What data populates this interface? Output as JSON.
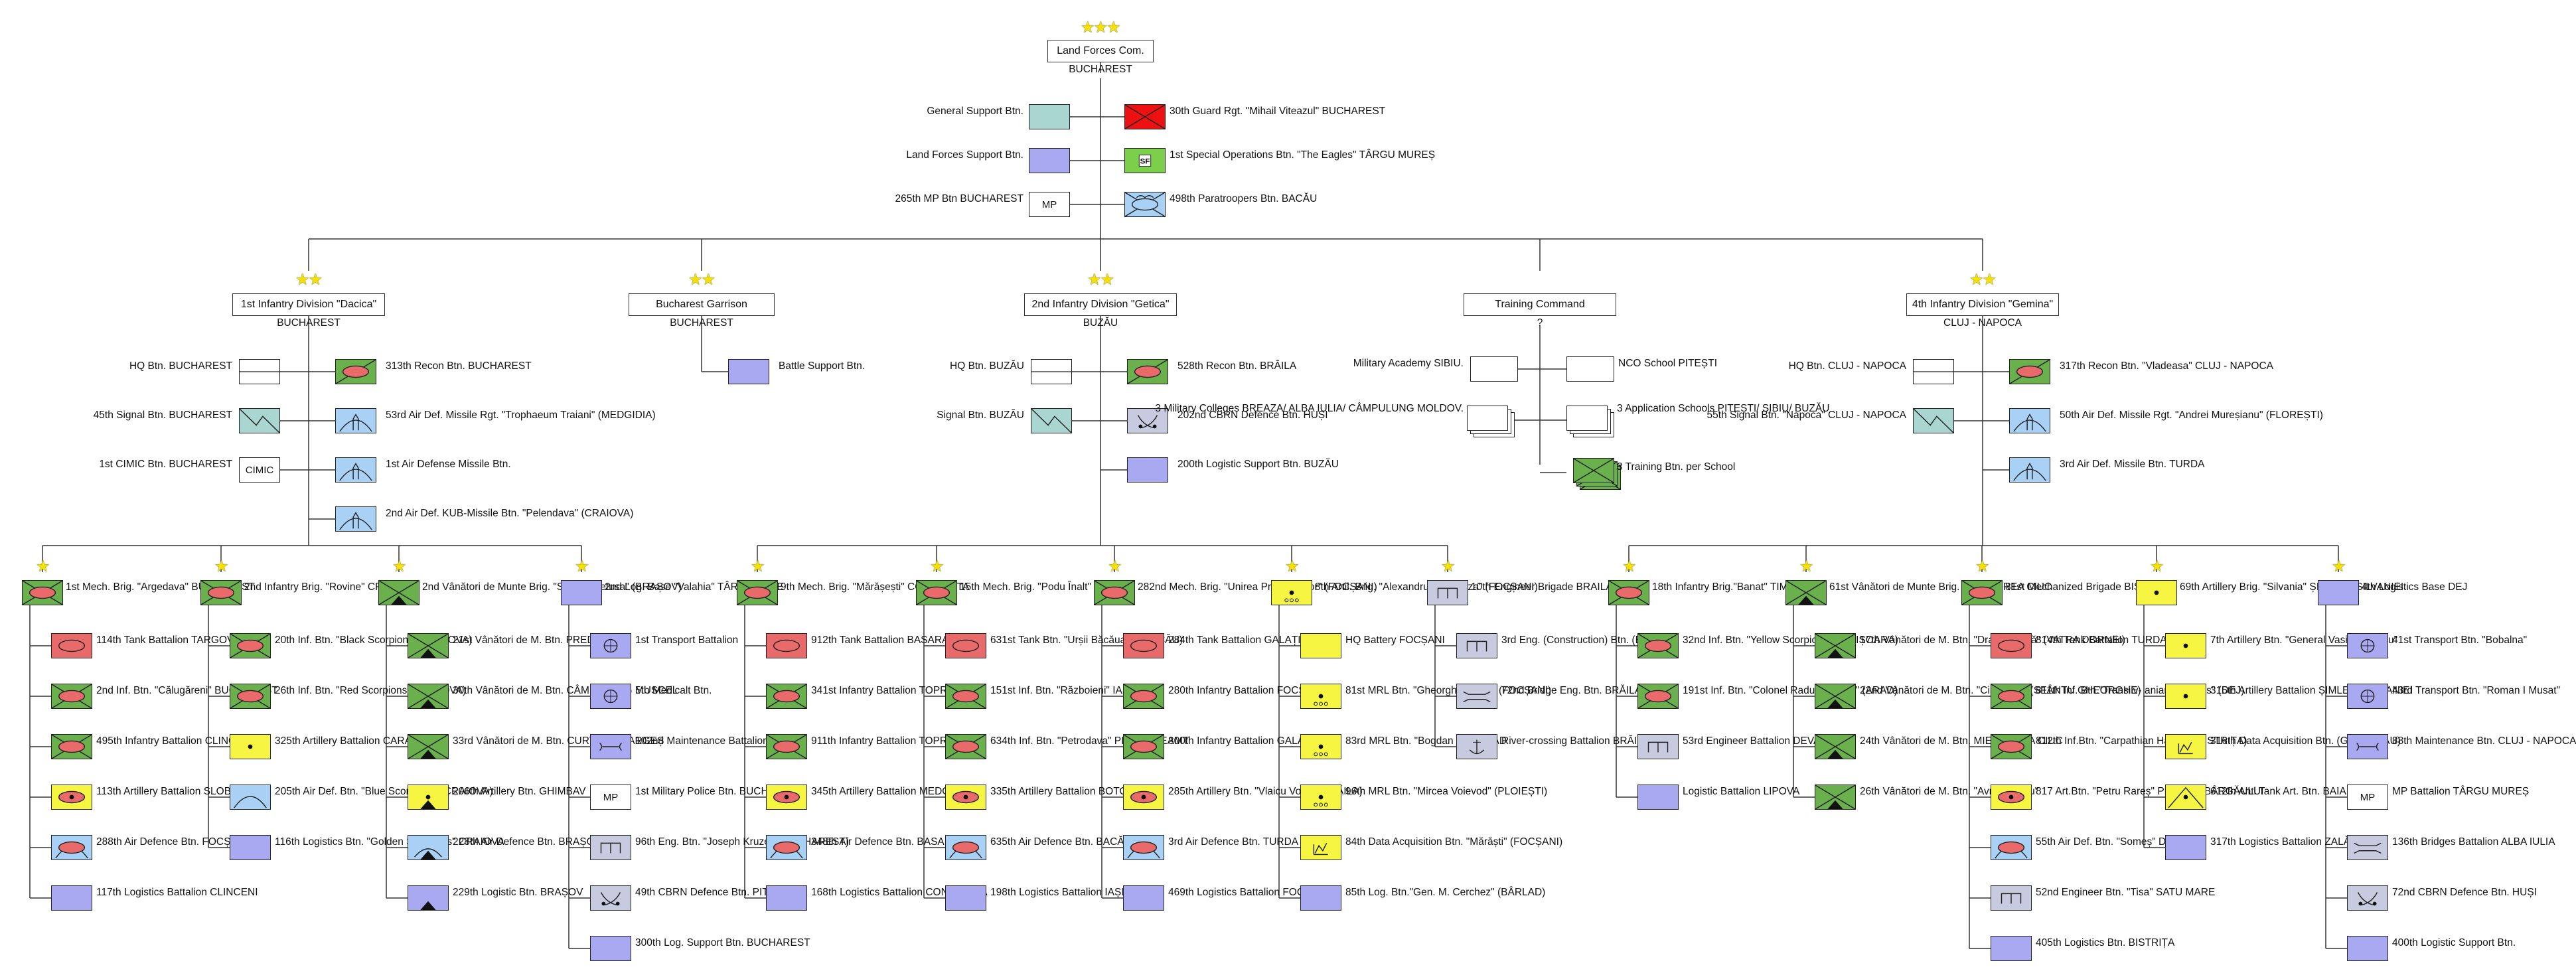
{
  "colors": {
    "line": "#333333",
    "armor_red": "#e86a6a",
    "infantry_red": "#ff4d4d",
    "green": "#6ab04c",
    "light_green": "#7ccf4a",
    "blue": "#a9a9f2",
    "light_blue": "#a9d0f5",
    "teal": "#a9d6d0",
    "yellow": "#f5f542",
    "grey": "#c8cbe0",
    "white": "#ffffff",
    "guard_red": "#ee1111",
    "star": "#f5e000"
  },
  "root": {
    "name": "Land Forces Com.",
    "location": "BUCHAREST",
    "units": [
      {
        "label": "General\nSupport Btn.",
        "side": "left",
        "symbol": "teal-plain"
      },
      {
        "label": "30th Guard Rgt. \"Mihail Viteazul\"\nBUCHAREST",
        "side": "right",
        "symbol": "guard-red"
      },
      {
        "label": "Land Forces\nSupport Btn.",
        "side": "left",
        "symbol": "blue-plain"
      },
      {
        "label": "1st Special Operations Btn. \"The Eagles\"\nTÂRGU MUREȘ",
        "side": "right",
        "symbol": "sf",
        "text": "SF"
      },
      {
        "label": "265th MP Btn\nBUCHAREST",
        "side": "left",
        "symbol": "mp",
        "text": "MP"
      },
      {
        "label": "498th Paratroopers Btn.\nBACĂU",
        "side": "right",
        "symbol": "para"
      }
    ]
  },
  "divisions": [
    {
      "name": "1st Infantry Division \"Dacica\"",
      "location": "BUCHAREST",
      "units": [
        {
          "label": "HQ Btn.\nBUCHAREST",
          "side": "left",
          "symbol": "hq"
        },
        {
          "label": "313th Recon Btn.\nBUCHAREST",
          "side": "right",
          "symbol": "recon"
        },
        {
          "label": "45th Signal Btn.\nBUCHAREST",
          "side": "left",
          "symbol": "signal"
        },
        {
          "label": "53rd Air Def. Missile Rgt.\n\"Trophaeum Traiani\" (MEDGIDIA)",
          "side": "right",
          "symbol": "missile"
        },
        {
          "label": "1st CIMIC Btn.\nBUCHAREST",
          "side": "left",
          "symbol": "cimic",
          "text": "CIMIC"
        },
        {
          "label": "1st Air Defense\nMissile Btn.",
          "side": "right",
          "symbol": "missile"
        },
        {
          "label": "2nd Air Def. KUB-Missile Btn.\n\"Pelendava\" (CRAIOVA)",
          "side": "right",
          "symbol": "missile"
        }
      ]
    },
    {
      "name": "Bucharest Garrison",
      "location": "BUCHAREST",
      "units": [
        {
          "label": "Battle\nSupport Btn.",
          "side": "right",
          "symbol": "blue-plain"
        }
      ]
    },
    {
      "name": "2nd Infantry Division \"Getica\"",
      "location": "BUZĂU",
      "units": [
        {
          "label": "HQ Btn.\nBUZĂU",
          "side": "left",
          "symbol": "hq"
        },
        {
          "label": "528th Recon Btn.\nBRĂILA",
          "side": "right",
          "symbol": "recon"
        },
        {
          "label": "Signal Btn.\nBUZĂU",
          "side": "left",
          "symbol": "signal"
        },
        {
          "label": "202nd CBRN Defence Btn.\nHUȘI",
          "side": "right",
          "symbol": "cbrn"
        },
        {
          "label": "200th Logistic Support Btn.\nBUZĂU",
          "side": "right",
          "symbol": "blue-plain"
        }
      ]
    },
    {
      "name": "Training Command",
      "location": "?",
      "units": [
        {
          "label": "Military Academy\nSIBIU.",
          "side": "left",
          "symbol": "school"
        },
        {
          "label": "NCO School\nPITEȘTI",
          "side": "right",
          "symbol": "school"
        },
        {
          "label": "3 Military Colleges\nBREAZA/ ALBA IULIA/\nCÂMPULUNG MOLDOV.",
          "side": "left",
          "symbol": "school-stack"
        },
        {
          "label": "3 Application Schools\nPITEȘTI/ SIBIU/\nBUZĂU",
          "side": "right",
          "symbol": "school-stack"
        },
        {
          "label": "3 Training Btn.\nper School",
          "side": "right",
          "symbol": "train-stack"
        }
      ]
    },
    {
      "name": "4th Infantry Division \"Gemina\"",
      "location": "CLUJ - NAPOCA",
      "units": [
        {
          "label": "HQ Btn.\nCLUJ - NAPOCA",
          "side": "left",
          "symbol": "hq"
        },
        {
          "label": "317th Recon Btn. \"Vladeasa\"\nCLUJ - NAPOCA",
          "side": "right",
          "symbol": "recon"
        },
        {
          "label": "55th Signal Btn. \"Napoca\"\nCLUJ - NAPOCA",
          "side": "left",
          "symbol": "signal"
        },
        {
          "label": "50th Air Def. Missile Rgt.\n\"Andrei Mureșianu\" (FLOREȘTI)",
          "side": "right",
          "symbol": "missile"
        },
        {
          "label": "3rd Air Def. Missile Btn.\nTURDA",
          "side": "right",
          "symbol": "missile"
        }
      ]
    }
  ],
  "brigades": [
    {
      "label": "1st Mech. Brig. \"Argedava\"\nBUCHAREST",
      "symbol": "mech",
      "units": [
        {
          "label": "114th Tank Battalion\nTARGOVISTE",
          "symbol": "tank"
        },
        {
          "label": "2nd Inf. Btn. \"Călugăreni\"\nBUCHAREST",
          "symbol": "mech"
        },
        {
          "label": "495th Infantry Battalion\nCLINCENI",
          "symbol": "mech"
        },
        {
          "label": "113th Artillery Battalion\nSLOBOZIA",
          "symbol": "sp-art"
        },
        {
          "label": "288th Air Defence Btn.\nFOCȘANI",
          "symbol": "ad"
        },
        {
          "label": "117th Logistics Battalion\nCLINCENI",
          "symbol": "blue-plain"
        }
      ]
    },
    {
      "label": "2nd Infantry Brig. \"Rovine\"\nCRAIOVA",
      "symbol": "mech",
      "units": [
        {
          "label": "20th Inf. Btn. \"Black\nScorpions\" (CRAIOVA)",
          "symbol": "mech"
        },
        {
          "label": "26th Inf. Btn. \"Red\nScorpions\" (CRAIOVA)",
          "symbol": "mech"
        },
        {
          "label": "325th Artillery Battalion\nCARACAL",
          "symbol": "art"
        },
        {
          "label": "205th Air Def. Btn. \"Blue\nScorpions\" (CRAIOVA)",
          "symbol": "ad-lb"
        },
        {
          "label": "116th Logistics Btn.\n\"Golden Scorpions\"\nCRAIOVA",
          "symbol": "blue-plain"
        }
      ]
    },
    {
      "label": "2nd Vânători de Munte Brig.\n\"Sarmizegetusa\" (BRAȘOV)",
      "symbol": "mtn",
      "units": [
        {
          "label": "21st Vânători de M. Btn.\nPREDEAL",
          "symbol": "mtn"
        },
        {
          "label": "30th Vânători de M. Btn.\nCÂMPULUNG MUSCEL",
          "symbol": "mtn"
        },
        {
          "label": "33rd Vânători de M. Btn.\nCURTEA DE ARGEȘ",
          "symbol": "mtn"
        },
        {
          "label": "206th Artillery Btn.\nGHIMBAV",
          "symbol": "mtn-art"
        },
        {
          "label": "228th Air Defence Btn.\nBRAȘOV",
          "symbol": "mtn-ad"
        },
        {
          "label": "229th Logistic Btn.\nBRAȘOV",
          "symbol": "mtn-log"
        }
      ]
    },
    {
      "label": "2nd Log. Base \"Valahia\"\nTÂRGOVIȘTE",
      "symbol": "blue-plain",
      "units": [
        {
          "label": "1st Transport Battalion",
          "symbol": "transport"
        },
        {
          "label": "5th Medicalt Btn.",
          "symbol": "transport"
        },
        {
          "label": "102nd Maintenance\nBattalion",
          "symbol": "maint"
        },
        {
          "label": "1st Military Police Btn.\nBUCHAREST",
          "symbol": "mp",
          "text": "MP"
        },
        {
          "label": "96th Eng. Btn. \"Joseph\nKruzel\" (BUCHAREST)",
          "symbol": "eng-grey"
        },
        {
          "label": "49th CBRN Defence Btn.\nPITEȘTI",
          "symbol": "cbrn"
        },
        {
          "label": "300th Log. Support Btn.\nBUCHAREST",
          "symbol": "blue-plain"
        }
      ]
    },
    {
      "label": "9th Mech. Brig. \"Mărășești\"\nCONSTANTA",
      "symbol": "mech",
      "units": [
        {
          "label": "912th Tank Battalion\nBASARABI",
          "symbol": "tank"
        },
        {
          "label": "341st Infantry Battalion\nTOPRAISAR",
          "symbol": "mech"
        },
        {
          "label": "911th Infantry Battalion\nTOPRAISAR",
          "symbol": "mech"
        },
        {
          "label": "345th Artillery Battalion\nMEDGIDIA",
          "symbol": "sp-art"
        },
        {
          "label": "348th Air Defence Btn.\nBASARABI",
          "symbol": "ad"
        },
        {
          "label": "168th Logistics Battalion\nCONSTANTA",
          "symbol": "blue-plain"
        }
      ]
    },
    {
      "label": "15th Mech. Brig. \"Podu Înalt\"\nIAȘI",
      "symbol": "mech",
      "units": [
        {
          "label": "631st Tank Btn. \"Urșii\nBăcăuani\" (BACĂU)",
          "symbol": "tank"
        },
        {
          "label": "151st Inf. Btn. \"Războieni\"\nIAȘI",
          "symbol": "mech"
        },
        {
          "label": "634th Inf. Btn. \"Petrodava\"\nPIATRA NEAMT",
          "symbol": "mech"
        },
        {
          "label": "335th Artillery Battalion\nBOTOȘANI",
          "symbol": "sp-art"
        },
        {
          "label": "635th Air Defence Btn.\nBACĂU",
          "symbol": "ad"
        },
        {
          "label": "198th Logistics Battalion\nIAȘI",
          "symbol": "blue-plain"
        }
      ]
    },
    {
      "label": "282nd Mech. Brig. \"Unirea\nPrincipatelor\" (FOCȘANI)",
      "symbol": "mech",
      "units": [
        {
          "label": "284th Tank Battalion\nGALAȚI",
          "symbol": "tank"
        },
        {
          "label": "280th Infantry Battalion\nFOCȘANI",
          "symbol": "mech"
        },
        {
          "label": "300th Infantry Battalion\nGALAȚI",
          "symbol": "mech"
        },
        {
          "label": "285th Artillery Btn. \"Vlaicu\nVodă\" (BRĂILA)",
          "symbol": "sp-art"
        },
        {
          "label": "3rd Air Defence Btn.\nTURDA",
          "symbol": "ad"
        },
        {
          "label": "469th Logistics Battalion\nFOCȘANI",
          "symbol": "blue-plain"
        }
      ]
    },
    {
      "label": "8th Artil. Brig. \"Alexandru\nIoan Cuza\" (FOCȘANI)",
      "symbol": "mrl",
      "units": [
        {
          "label": "HQ Battery\nFOCȘANI",
          "symbol": "yellow-plain"
        },
        {
          "label": "81st MRL Btn. \"Gheorghe\nȘonțu\" (FOCȘANI)",
          "symbol": "mrl"
        },
        {
          "label": "83rd MRL Btn. \"Bogdan I\"\nBÂRLAD",
          "symbol": "mrl"
        },
        {
          "label": "96th MRL Btn. \"Mircea\nVoievod\" (PLOIEȘTI)",
          "symbol": "mrl"
        },
        {
          "label": "84th Data Acquisition Btn.\n\"Mărăști\" (FOCȘANI)",
          "symbol": "data"
        },
        {
          "label": "85th Log. Btn.\"Gen. M.\nCerchez\" (BÂRLAD)",
          "symbol": "blue-plain"
        }
      ]
    },
    {
      "label": "10th Engineer Brigade\nBRAILA",
      "symbol": "eng-grey",
      "units": [
        {
          "label": "3rd Eng. (Construction)\nBtn. (BUZĂU)",
          "symbol": "eng-grey"
        },
        {
          "label": "72nd Bridge Eng. Btn.\nBRĂILA",
          "symbol": "bridge"
        },
        {
          "label": "River-crossing Battalion\nBRĂILA",
          "symbol": "anchor"
        }
      ]
    },
    {
      "label": "18th Infantry Brig.\"Banat\"\nTIMIȘOARA",
      "symbol": "mech",
      "units": [
        {
          "label": "32nd Inf. Btn. \"Yellow\nScorpions\" (TIMIȘOARA)",
          "symbol": "mech"
        },
        {
          "label": "191st Inf. Btn. \"Colonel\nRadu Golescu\" (ARAD)",
          "symbol": "mech"
        },
        {
          "label": "53rd Engineer Battalion\nDEVA",
          "symbol": "eng-grey"
        },
        {
          "label": "Logistic Battalion\nLIPOVA",
          "symbol": "blue-plain"
        }
      ]
    },
    {
      "label": "61st Vânători de Munte Brig.\nMIERCUREA CIUC",
      "symbol": "mtn",
      "units": [
        {
          "label": "17th Vânători de M. Btn.\n\"Dragoș Vodă\" (VATRA\nDORNEI)",
          "symbol": "mtn"
        },
        {
          "label": "22nd Vânători de M. Btn.\n\"Ciresoaia\" (SFÂNTU\nGHEORGHE)",
          "symbol": "mtn"
        },
        {
          "label": "24th Vânători de M. Btn.\nMIERCUREA CIUC",
          "symbol": "mtn"
        },
        {
          "label": "26th Vânători de M. Btn.\n\"Avram Iancu\"",
          "symbol": "mtn"
        }
      ]
    },
    {
      "label": "81st Mechanized Brigade\nBISTRIȚA",
      "symbol": "mech",
      "units": [
        {
          "label": "814th Tank Battalion\nTURDA",
          "symbol": "tank"
        },
        {
          "label": "811th Inf. Btn.\"Transilv-\nanian Dragons\" (DEJ)",
          "symbol": "mech"
        },
        {
          "label": "812th Inf.Btn. \"Carpathian\nHawks\" (BISTRIȚA)",
          "symbol": "mech"
        },
        {
          "label": "817 Art.Btn. \"Petru Rareș\"\nPRUNDU BÂRGĂULUI",
          "symbol": "sp-art"
        },
        {
          "label": "55th Air Def. Btn. \"Someș\"\nDEJ",
          "symbol": "ad"
        },
        {
          "label": "52nd Engineer Btn. \"Tisa\"\nSATU MARE",
          "symbol": "eng-grey"
        },
        {
          "label": "405th Logistics Btn.\nBISTRIȚA",
          "symbol": "blue-plain"
        }
      ]
    },
    {
      "label": "69th Artillery Brig. \"Silvania\"\nȘIMLEUL SILVANIEI",
      "symbol": "art",
      "units": [
        {
          "label": "7th Artillery Btn. \"General\nVasile Danacu\"",
          "symbol": "art"
        },
        {
          "label": "315th Artillery Battalion\nȘIMLEUL SILVANIEI",
          "symbol": "art"
        },
        {
          "label": "316th Data Acquisition\nBtn. (GURUSLĂU)",
          "symbol": "data"
        },
        {
          "label": "612th Anti Tank Art. Btn.\nBAIA MARE",
          "symbol": "at-art"
        },
        {
          "label": "317th Logistics Battalion\nZALĂU",
          "symbol": "blue-plain"
        }
      ]
    },
    {
      "label": "4th Logistics Base\nDEJ",
      "symbol": "blue-plain",
      "units": [
        {
          "label": "41st Transport Btn.\n\"Bobalna\"",
          "symbol": "transport"
        },
        {
          "label": "43rd Transport Btn.\n\"Roman I Musat\"",
          "symbol": "transport"
        },
        {
          "label": "88th Maintenance Btn.\nCLUJ - NAPOCA",
          "symbol": "maint"
        },
        {
          "label": "MP Battalion\nTÂRGU MUREȘ",
          "symbol": "mp",
          "text": "MP"
        },
        {
          "label": "136th Bridges Battalion\nALBA IULIA",
          "symbol": "bridge"
        },
        {
          "label": "72nd CBRN Defence Btn.\nHUȘI",
          "symbol": "cbrn"
        },
        {
          "label": "400th Logistic\nSupport Btn.",
          "symbol": "blue-plain"
        }
      ]
    }
  ]
}
